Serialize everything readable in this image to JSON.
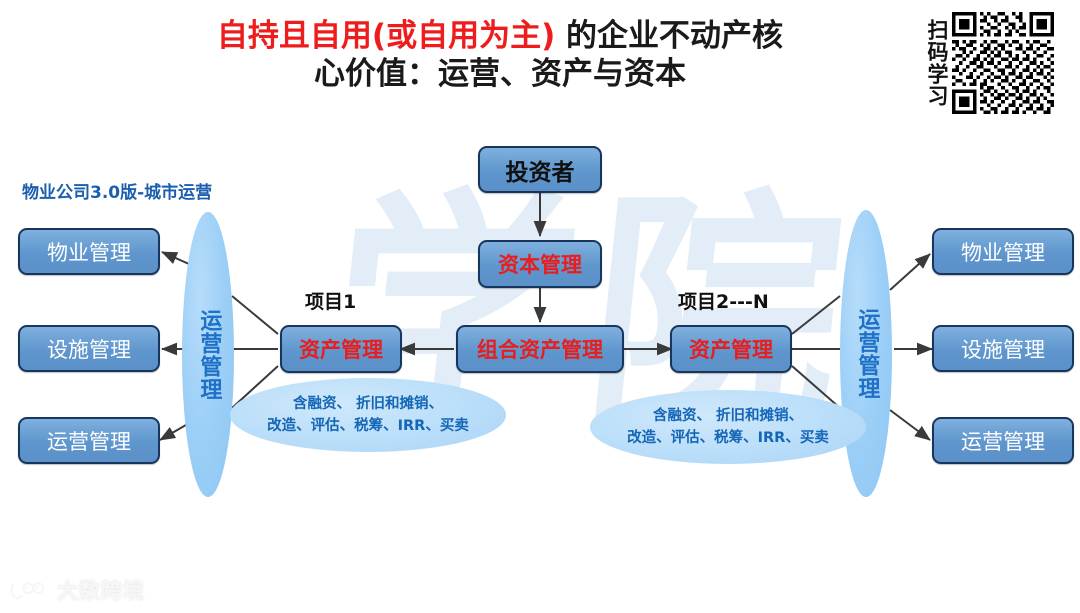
{
  "title": {
    "line1_red": "自持且自用(或自用为主)",
    "line1_black": " 的企业不动产核",
    "line2": "心价值：运营、资产与资本"
  },
  "qr": {
    "caption": "扫码学习",
    "icon": "qr-code-icon"
  },
  "left_section": {
    "heading": "物业公司3.0版-城市运营",
    "boxes": [
      {
        "label": "物业管理"
      },
      {
        "label": "设施管理"
      },
      {
        "label": "运营管理"
      }
    ],
    "pill": "运营管理",
    "project_label": "项目1",
    "asset_box": "资产管理",
    "note_line1": "含融资、 折旧和摊销、",
    "note_line2": "改造、评估、税筹、IRR、买卖"
  },
  "center_section": {
    "investor_box": "投资者",
    "capital_box": "资本管理",
    "portfolio_box": "组合资产管理"
  },
  "right_section": {
    "project_label": "项目2---N",
    "asset_box": "资产管理",
    "note_line1": "含融资、 折旧和摊销、",
    "note_line2": "改造、评估、税筹、IRR、买卖",
    "pill": "运营管理",
    "boxes": [
      {
        "label": "物业管理"
      },
      {
        "label": "设施管理"
      },
      {
        "label": "运营管理"
      }
    ]
  },
  "background": {
    "watermark_text": "学院"
  },
  "footer": {
    "brand": "大数跨境",
    "logo": "brand-logo-icon"
  },
  "colors": {
    "title_red": "#ee1c1c",
    "title_black": "#1a1a1a",
    "box_fill": "#5f96cd",
    "box_border": "#17365d",
    "red_text": "#e81e1e",
    "pill_fill": "#9ed0f7",
    "pill_text": "#1f71c8",
    "heading_blue": "#1b5fae"
  }
}
